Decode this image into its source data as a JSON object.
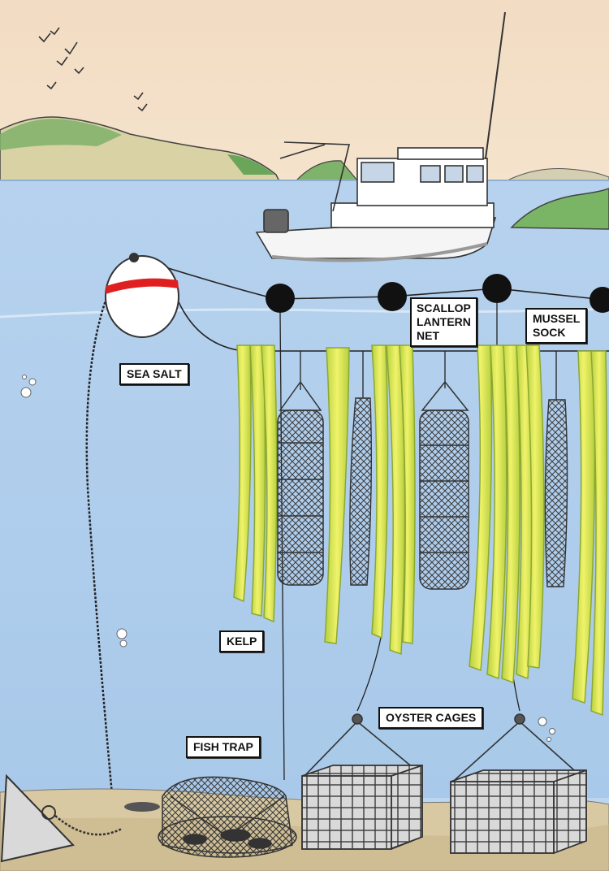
{
  "labels": {
    "sea_salt": "SEA SALT",
    "scallop_lantern_net": "SCALLOP\nLANTERN\nNET",
    "mussel_sock": "MUSSEL\nSOCK",
    "kelp": "KELP",
    "oyster_cages": "OYSTER CAGES",
    "fish_trap": "FISH TRAP"
  },
  "colors": {
    "sky": "#f3dcc0",
    "water": "#bcd6ef",
    "kelp": "#d9e85a",
    "seabed": "#d8c9a3",
    "buoy_stripe": "#e02020"
  }
}
